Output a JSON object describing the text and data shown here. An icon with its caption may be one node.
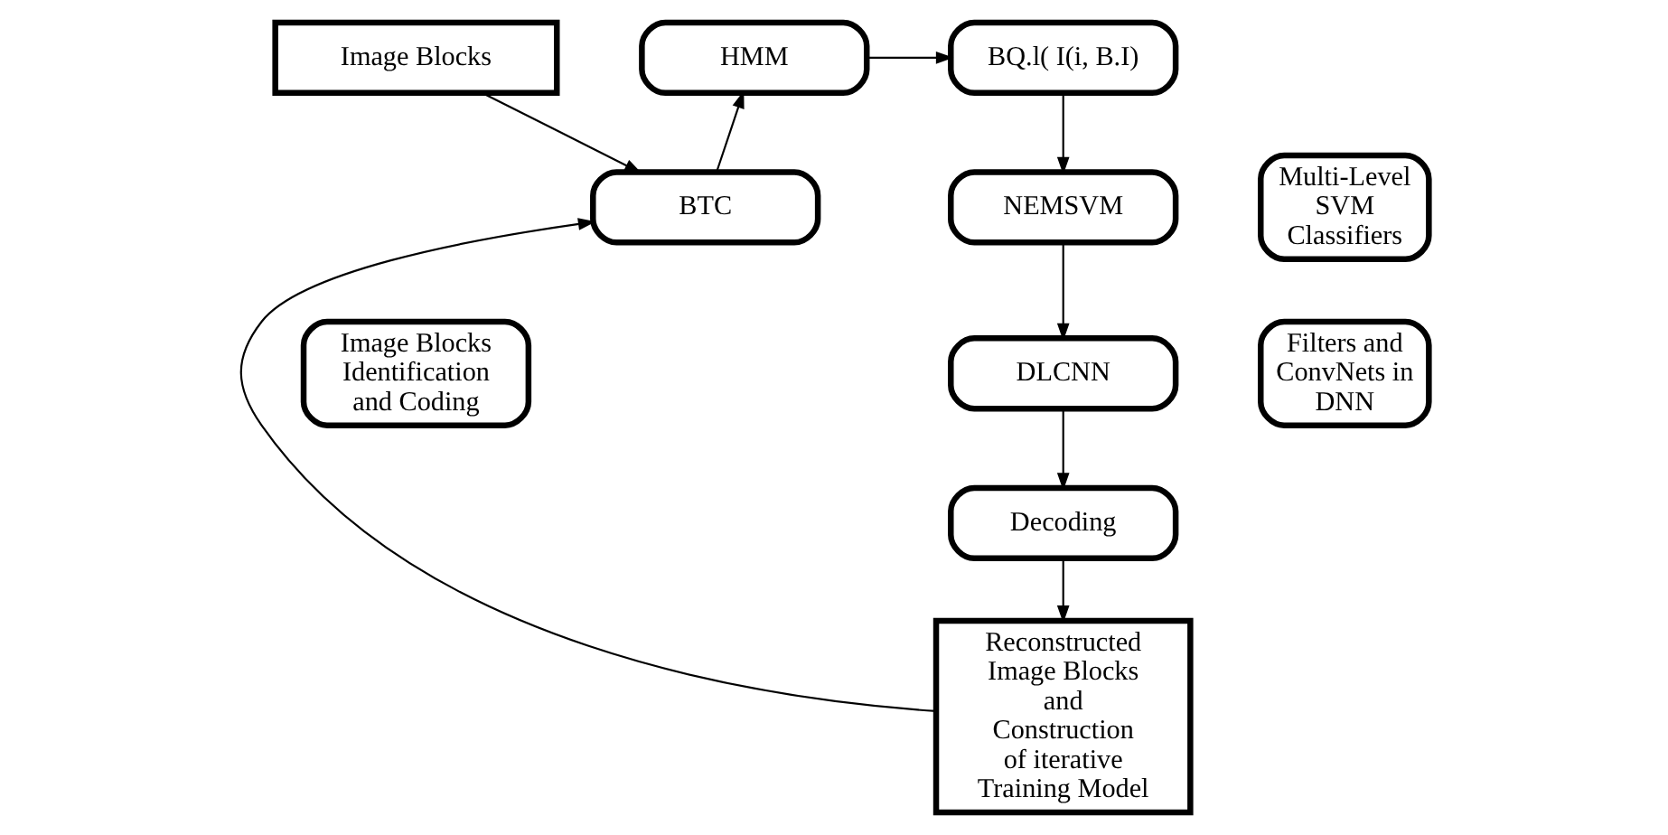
{
  "diagram": {
    "nodes": [
      {
        "text": [
          "Image Blocks"
        ]
      },
      {
        "text": [
          "HMM"
        ]
      },
      {
        "text": [
          "BQ.l( I(i, B.I)"
        ]
      },
      {
        "text": [
          "BTC"
        ]
      },
      {
        "text": [
          "Multi-Level SVM Classifiers"
        ]
      },
      {
        "text": [
          "Image Blocks Identification and Coding"
        ]
      },
      {
        "text": [
          "NEMSVM"
        ]
      },
      {
        "text": [
          "DLCNN"
        ]
      },
      {
        "text": [
          "Filters and ConvNets in DNN"
        ]
      },
      {
        "text": [
          "Decoding"
        ]
      },
      {
        "text": [
          "Reconstructed Image Blocks and Construction of iterative Training Model"
        ]
      }
    ],
    "edges": [
      {
        "from": 0,
        "to": 3,
        "arrow": "to"
      },
      {
        "from": 3,
        "to": 1,
        "arrow": "to"
      },
      {
        "from": 1,
        "to": 2,
        "arrow": "to"
      },
      {
        "from": 2,
        "to": 6,
        "arrow": "to"
      },
      {
        "from": 6,
        "to": 7,
        "arrow": "to"
      },
      {
        "from": 7,
        "to": 9,
        "arrow": "to"
      },
      {
        "from": 9,
        "to": 10,
        "arrow": "to"
      },
      {
        "from": 10,
        "to": 3,
        "arrow": "to"
      }
    ]
  }
}
